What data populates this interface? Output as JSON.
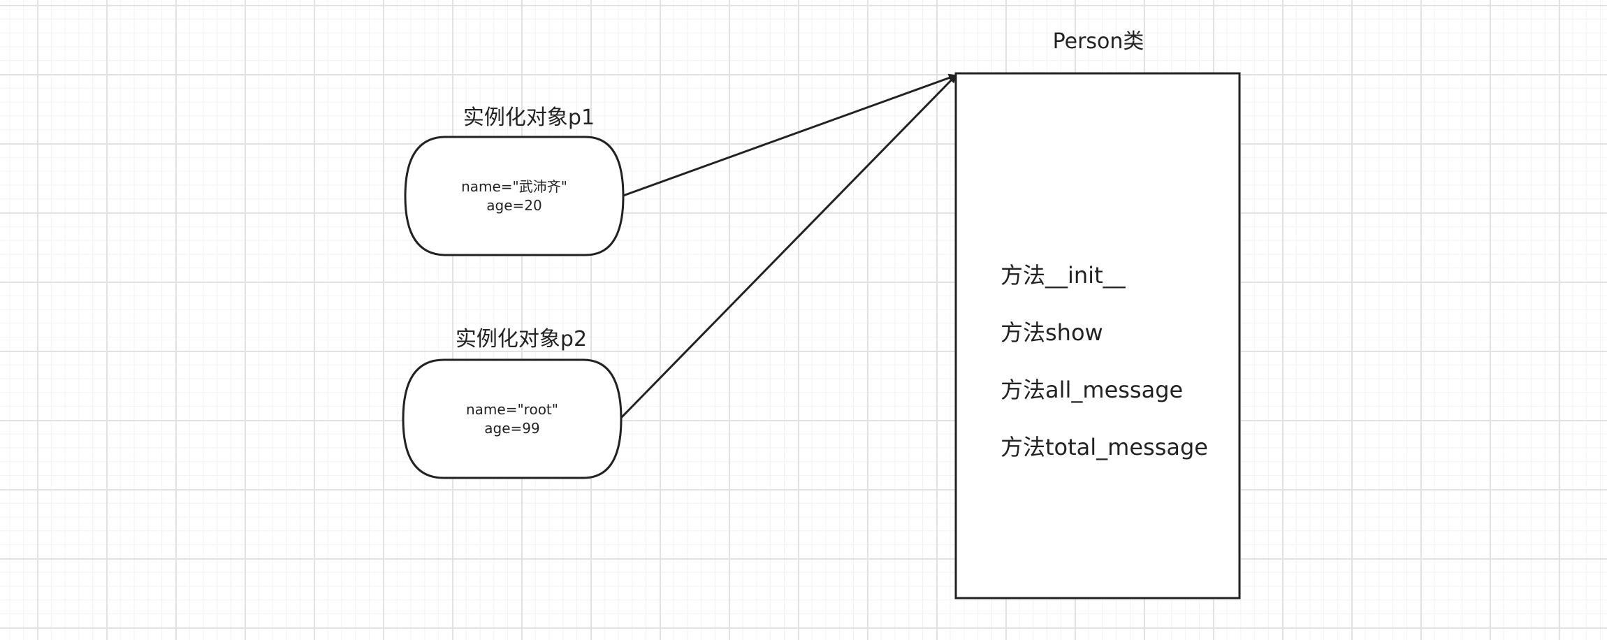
{
  "objects": [
    {
      "title": "实例化对象p1",
      "line1": "name=\"武沛齐\"",
      "line2": "age=20"
    },
    {
      "title": "实例化对象p2",
      "line1": "name=\"root\"",
      "line2": "age=99"
    }
  ],
  "person_class": {
    "title": "Person类",
    "methods": [
      "方法__init__",
      "方法show",
      "方法all_message",
      "方法total_message"
    ]
  },
  "colors": {
    "stroke": "#222222",
    "grid_major": "#e2e2e2",
    "grid_minor": "#f2f2f2",
    "background": "#ffffff"
  }
}
